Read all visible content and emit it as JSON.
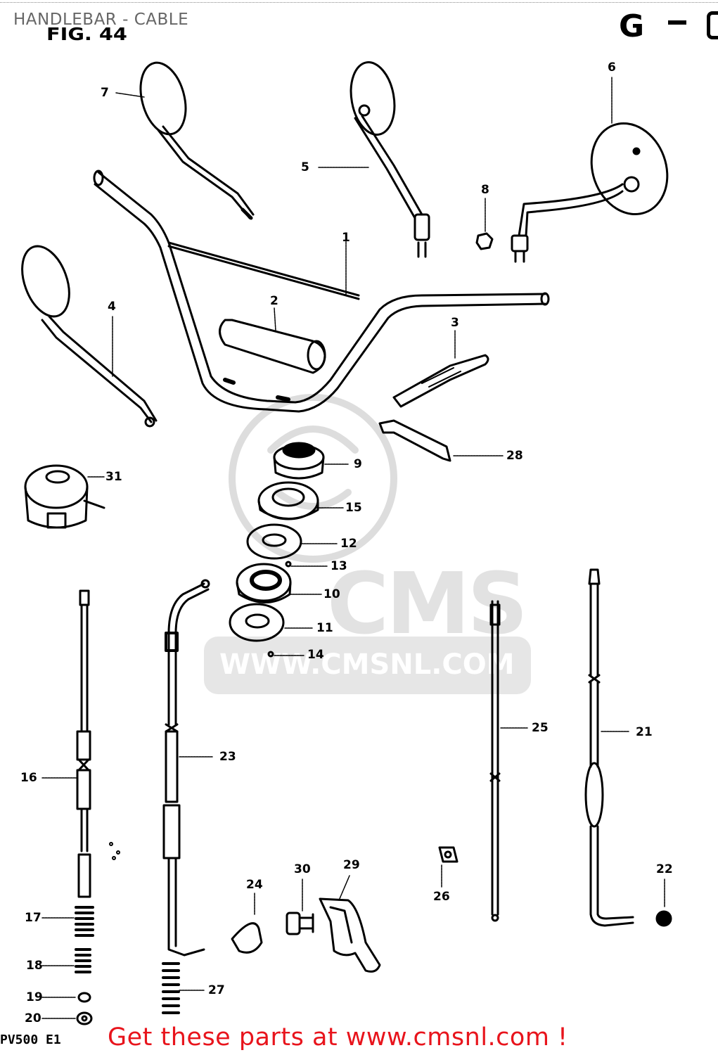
{
  "page": {
    "title": "HANDLEBAR - CABLE",
    "figure_label": "FIG. 44",
    "group_code": "G",
    "model_code": "PV500 E1"
  },
  "watermark": {
    "brand": "CMS",
    "url": "WWW.CMSNL.COM"
  },
  "footer": {
    "link_text": "Get these parts at www.cmsnl.com !",
    "color": "#e8141c"
  },
  "callouts": {
    "c1": "1",
    "c2": "2",
    "c3": "3",
    "c4": "4",
    "c5": "5",
    "c6": "6",
    "c7": "7",
    "c8": "8",
    "c9": "9",
    "c10": "10",
    "c11": "11",
    "c12": "12",
    "c13": "13",
    "c14": "14",
    "c15": "15",
    "c16": "16",
    "c17": "17",
    "c18": "18",
    "c19": "19",
    "c20": "20",
    "c21": "21",
    "c22": "22",
    "c23": "23",
    "c24": "24",
    "c25": "25",
    "c26": "26",
    "c27": "27",
    "c28": "28",
    "c29": "29",
    "c30": "30",
    "c31": "31"
  }
}
